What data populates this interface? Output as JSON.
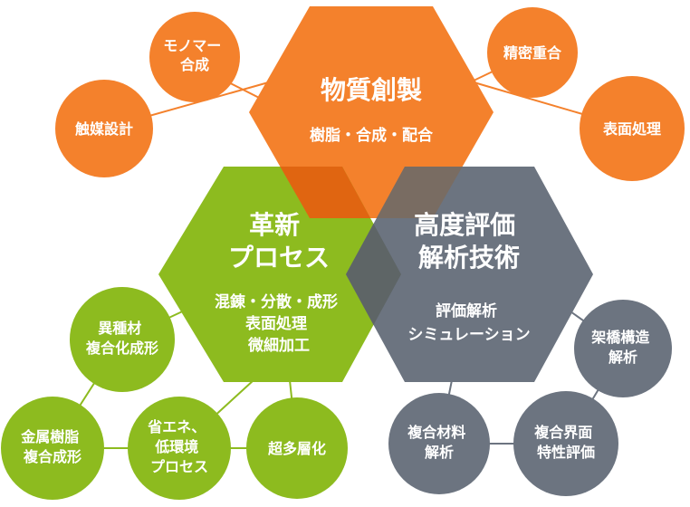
{
  "colors": {
    "orange": "#F4812C",
    "green": "#8DBB1F",
    "gray": "#6C7480",
    "orange_green_overlap": "#E06511",
    "gray_overlap": "#5E6566"
  },
  "hexagons": {
    "material": {
      "title": [
        "物質創製"
      ],
      "subtitle": [
        "樹脂・合成・配合"
      ]
    },
    "process": {
      "title": [
        "革新",
        "プロセス"
      ],
      "subtitle": [
        "混錬・分散・成形",
        "表面処理",
        "微細加工"
      ]
    },
    "evaluation": {
      "title": [
        "高度評価",
        "解析技術"
      ],
      "subtitle": [
        "評価解析",
        "シミュレーション"
      ]
    }
  },
  "circles": {
    "monomer": [
      "モノマー",
      "合成"
    ],
    "catalyst": [
      "触媒設計"
    ],
    "precision_polymerization": [
      "精密重合"
    ],
    "surface_treatment": [
      "表面処理"
    ],
    "heterogeneous": [
      "異種材",
      "複合化成形"
    ],
    "metal_resin": [
      "金属樹脂",
      "複合成形"
    ],
    "energy_saving": [
      "省エネ、",
      "低環境",
      "プロセス"
    ],
    "multilayer": [
      "超多層化"
    ],
    "crosslink": [
      "架橋構造",
      "解析"
    ],
    "composite_analysis": [
      "複合材料",
      "解析"
    ],
    "interface": [
      "複合界面",
      "特性評価"
    ]
  }
}
